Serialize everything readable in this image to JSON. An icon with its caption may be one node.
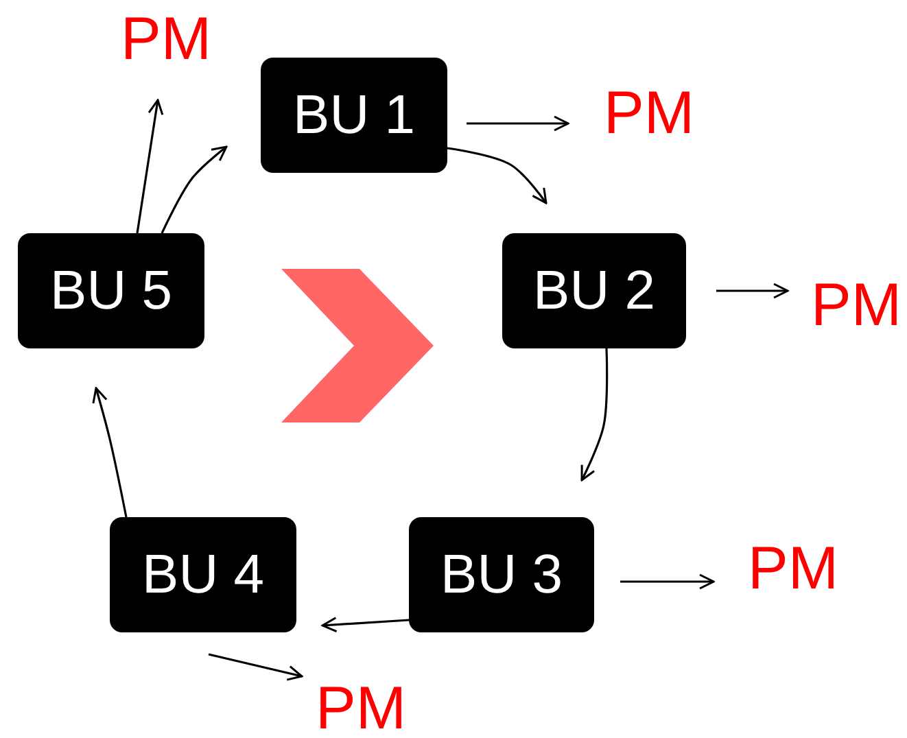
{
  "diagram": {
    "nodes": [
      {
        "text": [
          "BU 1"
        ]
      },
      {
        "text": [
          "BU 2"
        ]
      },
      {
        "text": [
          "BU 3"
        ]
      },
      {
        "text": [
          "BU 4"
        ]
      },
      {
        "text": [
          "BU 5"
        ]
      },
      {
        "text": [
          "PM"
        ]
      },
      {
        "text": [
          "PM"
        ]
      },
      {
        "text": [
          "PM"
        ]
      },
      {
        "text": [
          "PM"
        ]
      },
      {
        "text": [
          "PM"
        ]
      }
    ],
    "edges": [
      {
        "from": 0,
        "to": 1,
        "arrow": "to"
      },
      {
        "from": 1,
        "to": 2,
        "arrow": "to"
      },
      {
        "from": 2,
        "to": 3,
        "arrow": "to"
      },
      {
        "from": 3,
        "to": 4,
        "arrow": "to"
      },
      {
        "from": 4,
        "to": 0,
        "arrow": "to"
      },
      {
        "from": 4,
        "to": 5,
        "arrow": "to"
      },
      {
        "from": 0,
        "to": 6,
        "arrow": "to"
      },
      {
        "from": 1,
        "to": 7,
        "arrow": "to"
      },
      {
        "from": 2,
        "to": 8,
        "arrow": "to"
      },
      {
        "from": 3,
        "to": 9,
        "arrow": "to"
      }
    ]
  }
}
